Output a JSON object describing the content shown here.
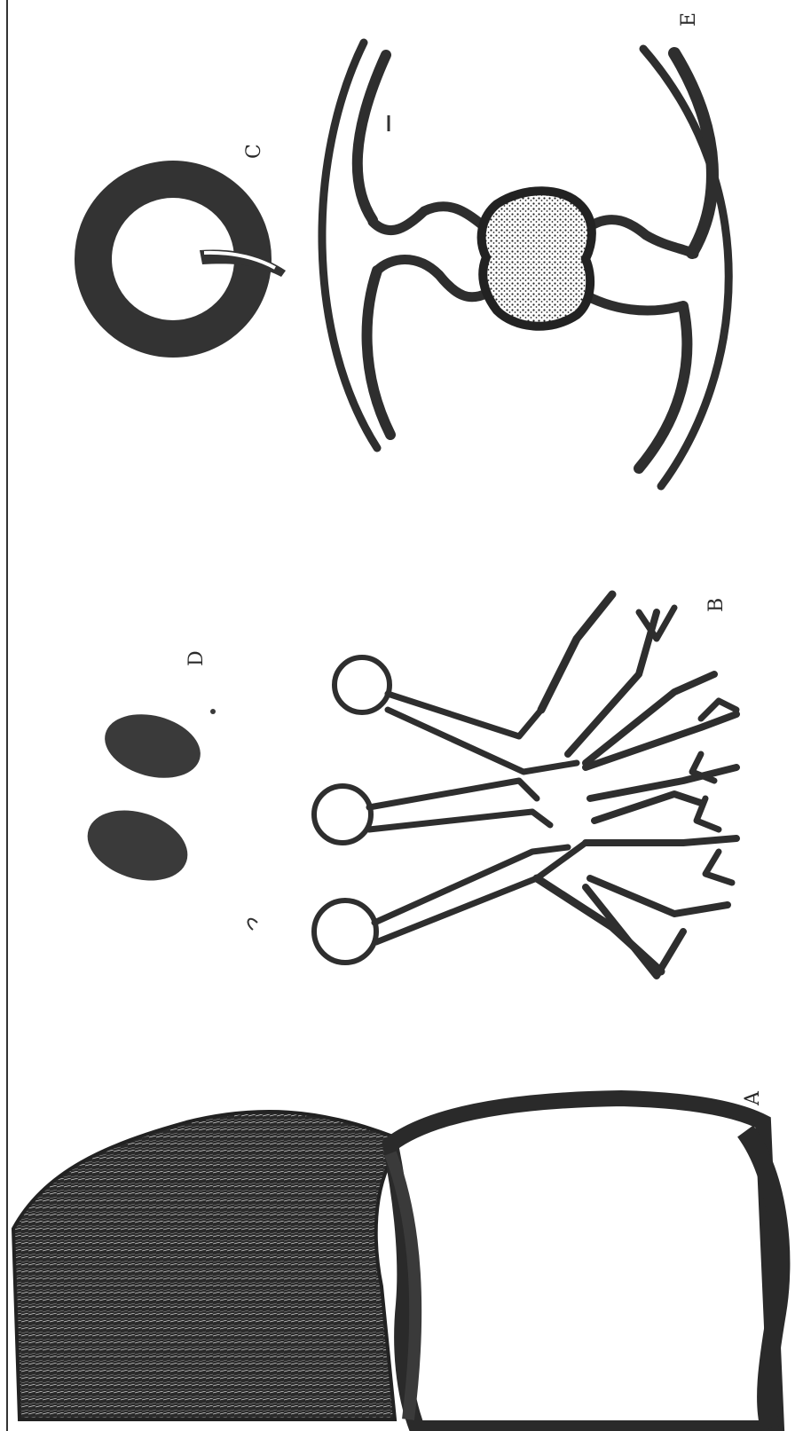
{
  "figure": {
    "labels": {
      "a": "A",
      "b": "B",
      "c": "C",
      "d": "D",
      "e": "E"
    },
    "colors": {
      "background": "#ffffff",
      "ink": "#2e2e2e",
      "stipple": "#1f1f1f"
    }
  }
}
